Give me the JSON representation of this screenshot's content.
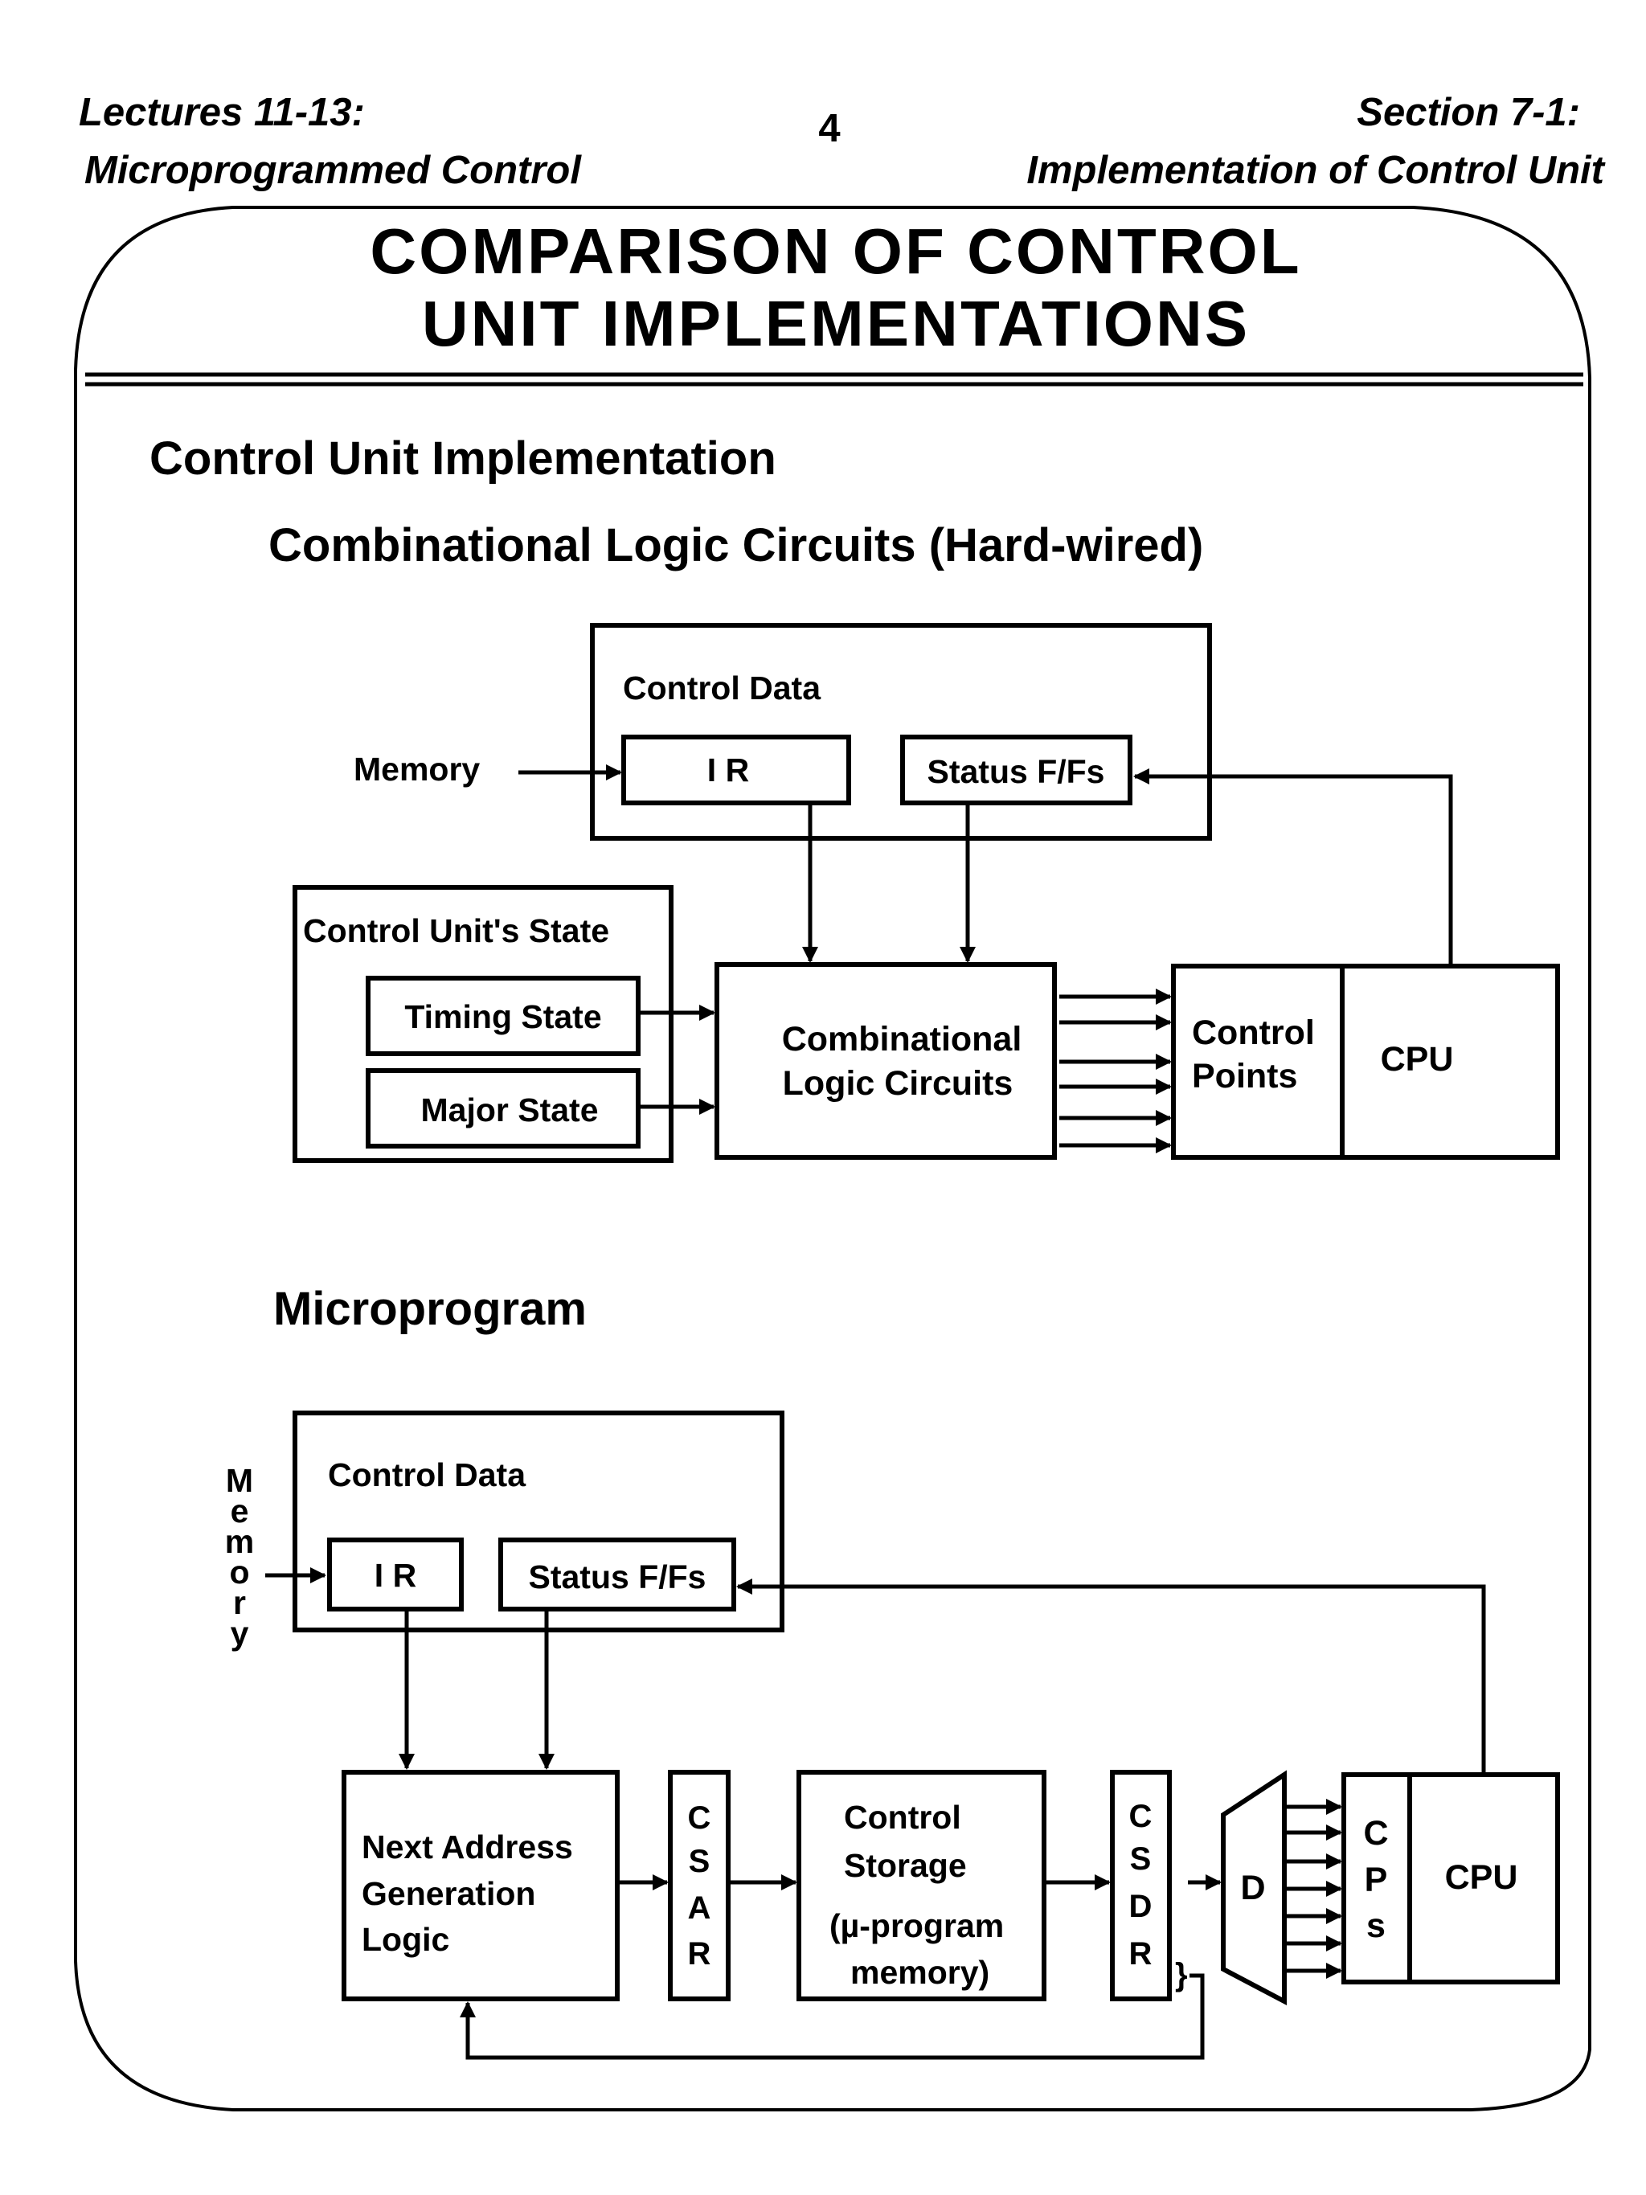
{
  "header": {
    "left_line1": "Lectures 11-13:",
    "left_line2": "Microprogrammed Control",
    "page_number": "4",
    "right_line1": "Section 7-1:",
    "right_line2": "Implementation of Control Unit"
  },
  "title": {
    "line1": "COMPARISON  OF  CONTROL",
    "line2": "UNIT  IMPLEMENTATIONS"
  },
  "section_heading": "Control Unit Implementation",
  "hardwired": {
    "heading": "Combinational Logic Circuits (Hard-wired)",
    "memory_label": "Memory",
    "control_data_label": "Control Data",
    "ir_label": "I R",
    "status_label": "Status F/Fs",
    "cu_state_label": "Control Unit's State",
    "timing_state_label": "Timing State",
    "major_state_label": "Major State",
    "clc_line1": "Combinational",
    "clc_line2": "Logic Circuits",
    "control_points_line1": "Control",
    "control_points_line2": "Points",
    "cpu_label": "CPU"
  },
  "microprogram": {
    "heading": "Microprogram",
    "memory_letters": [
      "M",
      "e",
      "m",
      "o",
      "r",
      "y"
    ],
    "control_data_label": "Control Data",
    "ir_label": "I R",
    "status_label": "Status F/Fs",
    "nagl_line1": "Next Address",
    "nagl_line2": "Generation",
    "nagl_line3": "Logic",
    "csar_letters": [
      "C",
      "S",
      "A",
      "R"
    ],
    "cs_line1": "Control",
    "cs_line2": "Storage",
    "cs_line3": "(µ-program",
    "cs_line4": "memory)",
    "csdr_letters": [
      "C",
      "S",
      "D",
      "R"
    ],
    "csdr_brace": "}",
    "decoder_label": "D",
    "cps_letters": [
      "C",
      "P",
      "s"
    ],
    "cpu_label": "CPU"
  }
}
